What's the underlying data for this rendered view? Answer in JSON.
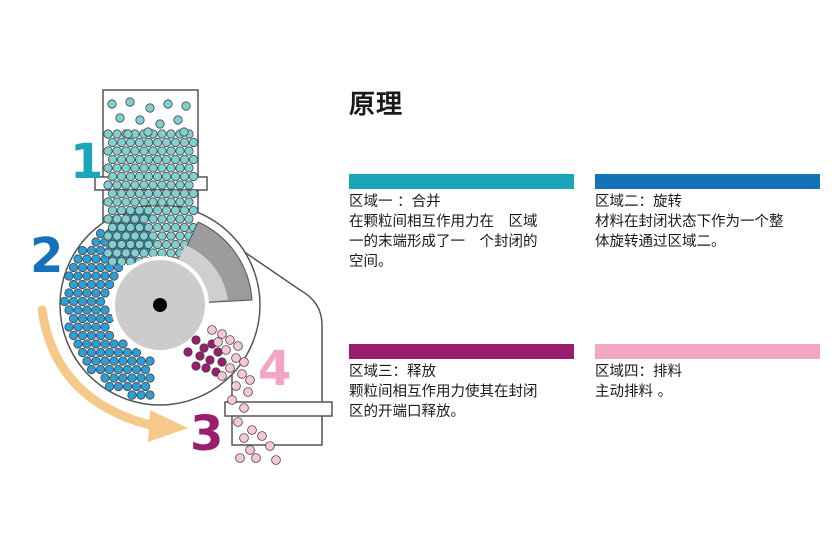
{
  "title": "原理",
  "labels": [
    "1",
    "2",
    "3",
    "4"
  ],
  "colors": {
    "zone1": "#1aa6b8",
    "zone2": "#1372b8",
    "zone3": "#9b1d6e",
    "zone4": "#f0a6c4",
    "arrow": "#f6c98a",
    "teal_particle": "#7fd0d0",
    "blue_particle": "#2c9fd8",
    "rotor": "#c9c9c9",
    "housing": "#9c9c9c"
  },
  "zones": [
    {
      "heading": "区域一 ：合并",
      "body": "在颗粒间相互作用力在　区域\n一的末端形成了一　个封闭的\n空间。"
    },
    {
      "heading": "区域二：旋转",
      "body": "材料在封闭状态下作为一个整\n体旋转通过区域二。"
    },
    {
      "heading": "区域三：释放",
      "body": "颗粒间相互作用力使其在封闭\n区的开端口释放。"
    },
    {
      "heading": "区域四：排料",
      "body": "主动排料 。"
    }
  ]
}
